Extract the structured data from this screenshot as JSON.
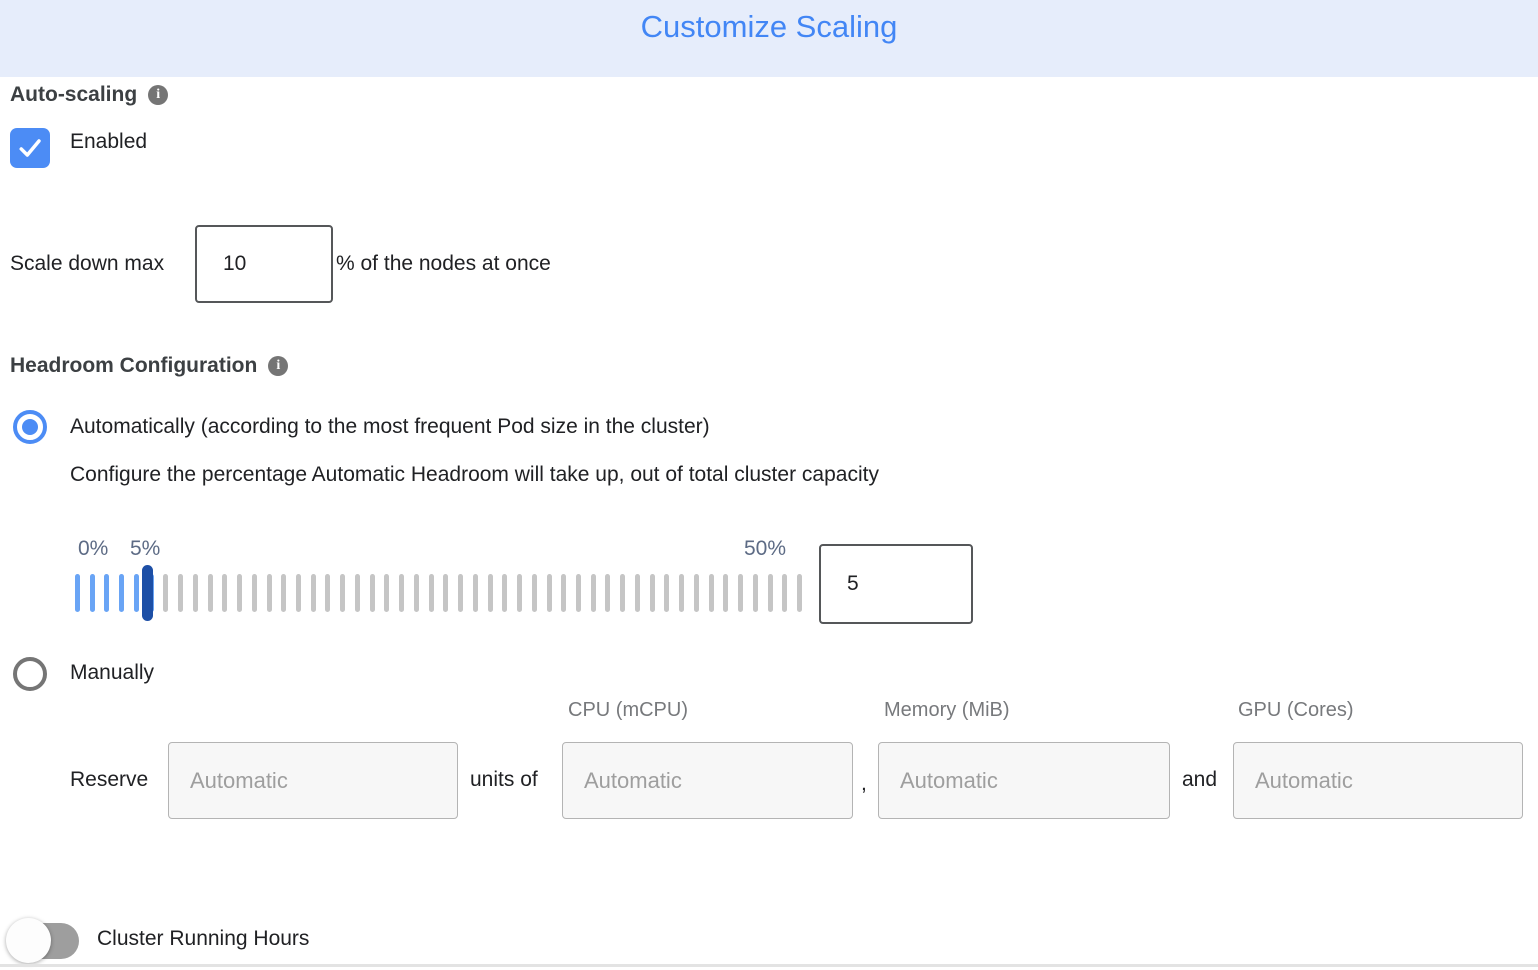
{
  "header": {
    "title": "Customize Scaling"
  },
  "auto_scaling": {
    "label": "Auto-scaling",
    "enabled_label": "Enabled",
    "checked": true
  },
  "scale_down": {
    "prefix": "Scale down max",
    "value": "10",
    "suffix": "% of the nodes at once"
  },
  "headroom": {
    "label": "Headroom Configuration",
    "auto_option": "Automatically (according to the most frequent Pod size in the cluster)",
    "auto_description": "Configure the percentage Automatic Headroom will take up, out of total cluster capacity",
    "slider": {
      "min_label": "0%",
      "current_label": "5%",
      "max_label": "50%",
      "value": "5",
      "handle_percent": 10
    },
    "manual_option": "Manually"
  },
  "reserve": {
    "label": "Reserve",
    "units_of": "units of",
    "comma": ",",
    "and": "and",
    "columns": [
      "CPU (mCPU)",
      "Memory (MiB)",
      "GPU (Cores)"
    ],
    "placeholders": {
      "count": "Automatic",
      "cpu": "Automatic",
      "memory": "Automatic",
      "gpu": "Automatic"
    }
  },
  "cluster_running_hours": {
    "label": "Cluster Running Hours",
    "enabled": false
  },
  "icons": {
    "auto_scaling_info": "i",
    "headroom_info": "i"
  },
  "colors": {
    "header_bg": "#E6EDFB",
    "title_blue": "#4286F5",
    "accent_blue": "#4C8CF5",
    "handle_navy": "#1D4FA6",
    "tick_blue": "#69A4F5",
    "tick_gray": "#C5C5C5"
  }
}
